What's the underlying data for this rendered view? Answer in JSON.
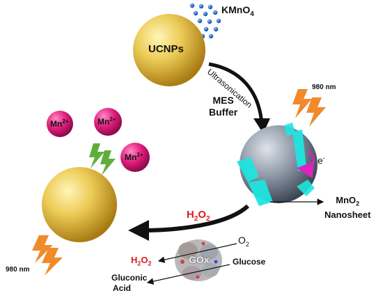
{
  "labels": {
    "kmno4": "KMnO",
    "kmno4_sub": "4",
    "ucnps": "UCNPs",
    "ultrasonication": "Ultrasonication",
    "mes_buffer_line1": "MES",
    "mes_buffer_line2": "Buffer",
    "nm980_top": "980 nm",
    "nm980_bottom": "980 nm",
    "electron": "e",
    "electron_sup": "-",
    "mno2_line1": "MnO",
    "mno2_sub": "2",
    "mno2_line2": "Nanosheet",
    "h2o2_main": "H",
    "h2o2_sub1": "2",
    "h2o2_o": "O",
    "h2o2_sub2": "2",
    "o2": "O",
    "o2_sub": "2",
    "gox": "GOx",
    "glucose": "Glucose",
    "gluconic_line1": "Gluconic",
    "gluconic_line2": "Acid",
    "mn_ion": "Mn",
    "mn_charge": "2+"
  },
  "colors": {
    "gold_light": "#fff3a6",
    "gold_mid": "#e8c44f",
    "gold_dark": "#b78a1c",
    "magenta": "#e01d7d",
    "magenta_dark": "#a8105a",
    "cyan_sheet": "#1fe5e0",
    "grey_sphere": "#8c97a6",
    "orange_bolt": "#f08a2a",
    "green_bolt": "#5fae3a",
    "dot_blue": "#2e7bd6",
    "red_text": "#e01b1b"
  }
}
